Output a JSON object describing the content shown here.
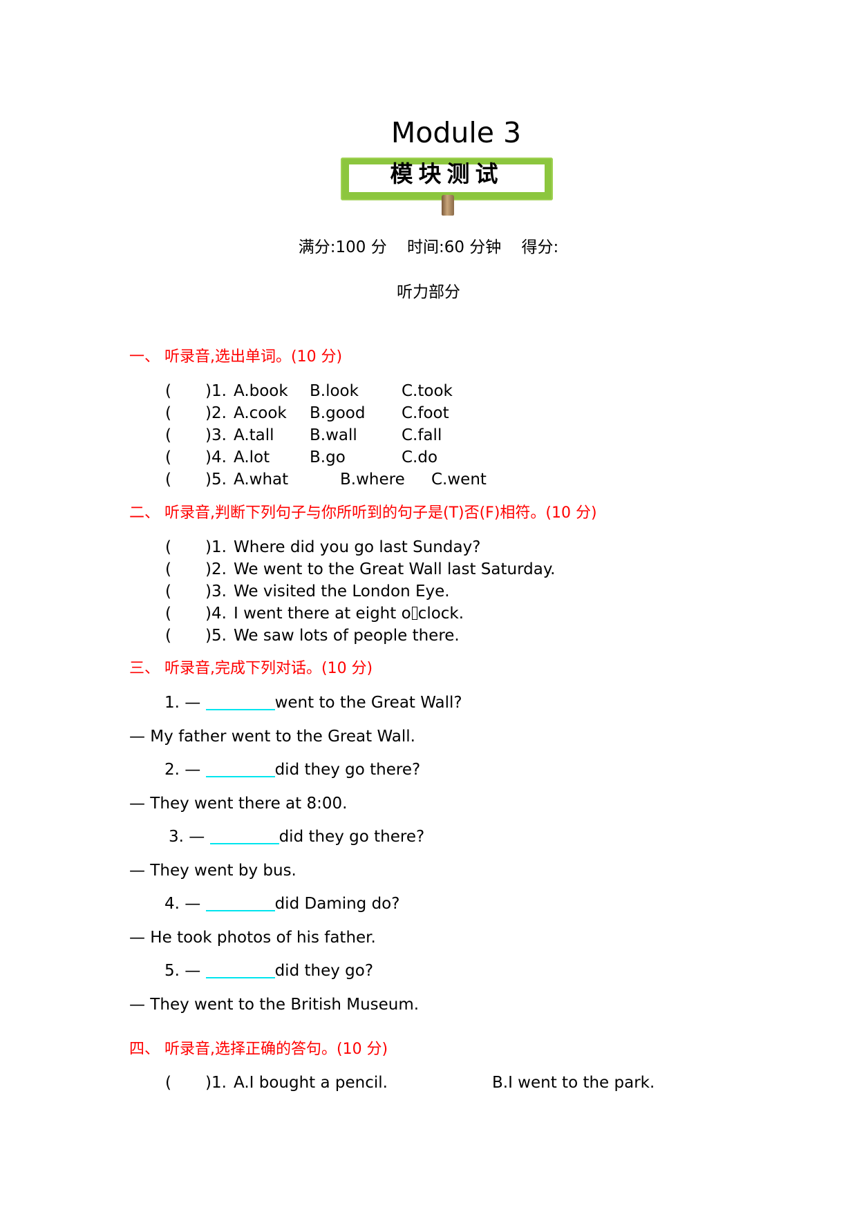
{
  "header": {
    "title": "Module 3",
    "banner_label": "模块测试",
    "score_line": "满分:100 分    时间:60 分钟    得分:",
    "part_label": "听力部分"
  },
  "colors": {
    "section_heading": "#ff0000",
    "blank_underline": "#00e5ee",
    "banner_green": "#8cc63e"
  },
  "sections": [
    {
      "heading": "一、 听录音,选出单词。(10 分)",
      "items": [
        {
          "num": ")1.",
          "a": "A.book",
          "b": "B.look",
          "c": "C.took"
        },
        {
          "num": ")2.",
          "a": "A.cook",
          "b": "B.good",
          "c": "C.foot"
        },
        {
          "num": ")3.",
          "a": "A.tall",
          "b": "B.wall",
          "c": "C.fall"
        },
        {
          "num": ")4.",
          "a": "A.lot",
          "b": "B.go",
          "c": "C.do"
        },
        {
          "num": ")5.",
          "a": "A.what",
          "b": "B.where",
          "c": "C.went"
        }
      ]
    },
    {
      "heading": "二、 听录音,判断下列句子与你所听到的句子是(T)否(F)相符。(10 分)",
      "items": [
        {
          "num": ")1.",
          "text": "Where did you go last Sunday?"
        },
        {
          "num": ")2.",
          "text": "We went to the Great Wall last Saturday."
        },
        {
          "num": ")3.",
          "text": "We visited the London Eye."
        },
        {
          "num": ")4.",
          "text_before": "I went there at eight o",
          "text_after": "clock."
        },
        {
          "num": ")5.",
          "text": "We saw lots of people there."
        }
      ]
    },
    {
      "heading": "三、 听录音,完成下列对话。(10 分)",
      "items": [
        {
          "prefix": "1. —",
          "question": "went to the Great Wall?",
          "answer": "— My father went to the Great Wall."
        },
        {
          "prefix": "2. —",
          "question": "did they go there?",
          "answer": "— They went there at 8:00."
        },
        {
          "prefix": "3. —",
          "question": "did they go there?",
          "answer": "— They went by bus."
        },
        {
          "prefix": "4. —",
          "question": "did Daming do?",
          "answer": "— He took photos of his father."
        },
        {
          "prefix": "5. —",
          "question": "did they go?",
          "answer": "— They went to the British Museum."
        }
      ]
    },
    {
      "heading": "四、 听录音,选择正确的答句。(10 分)",
      "items": [
        {
          "num": ")1.",
          "a": "A.I bought a pencil.",
          "b": "B.I went to the park."
        }
      ]
    }
  ],
  "paren_open": "("
}
